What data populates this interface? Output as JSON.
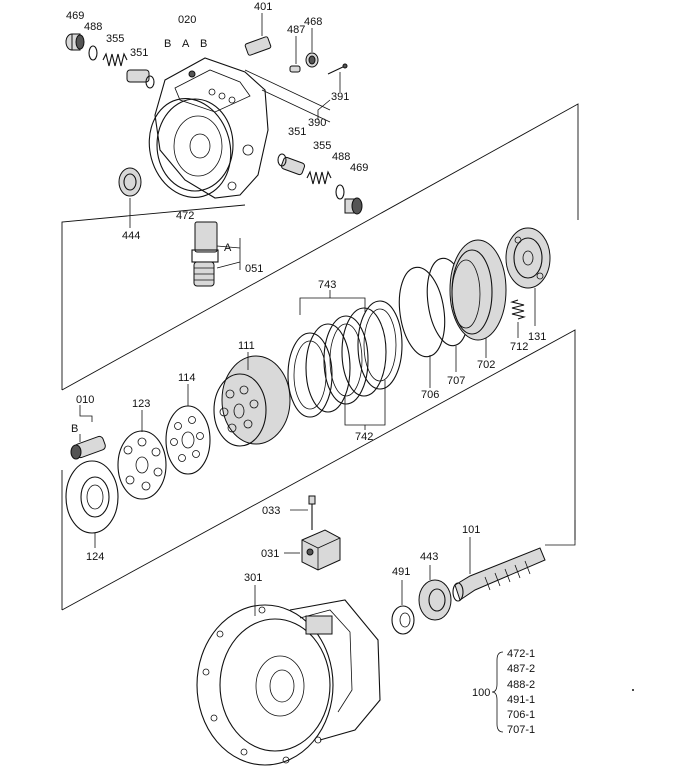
{
  "labels": {
    "p469a": "469",
    "p488a": "488",
    "p355a": "355",
    "p351a": "351",
    "p020": "020",
    "pB1": "B",
    "pA1": "A",
    "pB2": "B",
    "p401": "401",
    "p487": "487",
    "p468": "468",
    "p391": "391",
    "p390": "390",
    "p351b": "351",
    "p355b": "355",
    "p488b": "488",
    "p469b": "469",
    "p444": "444",
    "p472": "472",
    "pA2": "A",
    "p051": "051",
    "p743": "743",
    "p131": "131",
    "p712": "712",
    "p702": "702",
    "p707": "707",
    "p706": "706",
    "p742": "742",
    "p111": "111",
    "p114": "114",
    "p123": "123",
    "p010": "010",
    "pB3": "B",
    "p124": "124",
    "p033": "033",
    "p031": "031",
    "p101": "101",
    "p443": "443",
    "p491": "491",
    "p301": "301"
  },
  "kit": {
    "number": "100",
    "items": [
      "472-1",
      "487-2",
      "488-2",
      "491-1",
      "706-1",
      "707-1"
    ]
  }
}
